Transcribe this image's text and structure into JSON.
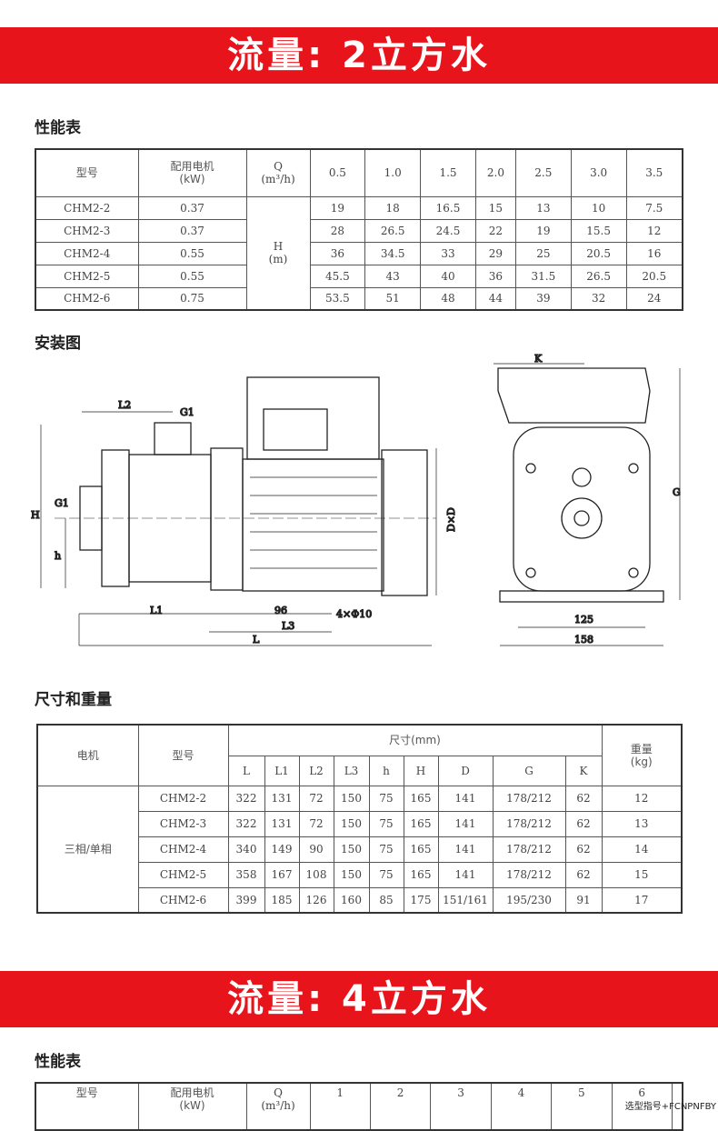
{
  "banner1": "流量: 2立方水",
  "perf_title": "性能表",
  "perf_table": {
    "h_model": "型号",
    "h_motor": "配用电机",
    "h_motor_unit": "(kW)",
    "h_q": "Q",
    "h_q_unit": "(m³/h)",
    "h_h": "H",
    "h_h_unit": "(m)",
    "flows": [
      "0.5",
      "1.0",
      "1.5",
      "2.0",
      "2.5",
      "3.0",
      "3.5"
    ],
    "rows": [
      {
        "model": "CHM2-2",
        "kw": "0.37",
        "heads": [
          "19",
          "18",
          "16.5",
          "15",
          "13",
          "10",
          "7.5"
        ]
      },
      {
        "model": "CHM2-3",
        "kw": "0.37",
        "heads": [
          "28",
          "26.5",
          "24.5",
          "22",
          "19",
          "15.5",
          "12"
        ]
      },
      {
        "model": "CHM2-4",
        "kw": "0.55",
        "heads": [
          "36",
          "34.5",
          "33",
          "29",
          "25",
          "20.5",
          "16"
        ]
      },
      {
        "model": "CHM2-5",
        "kw": "0.55",
        "heads": [
          "45.5",
          "43",
          "40",
          "36",
          "31.5",
          "26.5",
          "20.5"
        ]
      },
      {
        "model": "CHM2-6",
        "kw": "0.75",
        "heads": [
          "53.5",
          "51",
          "48",
          "44",
          "39",
          "32",
          "24"
        ]
      }
    ]
  },
  "install_title": "安装图",
  "drawing": {
    "L2": "L2",
    "G1a": "G1",
    "G1b": "G1",
    "H": "H",
    "h": "h",
    "L1": "L1",
    "d96": "96",
    "bolt": "4×Φ10",
    "L3": "L3",
    "L": "L",
    "DxD": "D×D",
    "K": "K",
    "G": "G",
    "d125": "125",
    "d158": "158"
  },
  "dim_title": "尺寸和重量",
  "dim_table": {
    "h_motor": "电机",
    "h_model": "型号",
    "h_size": "尺寸(mm)",
    "h_weight": "重量",
    "h_weight_unit": "(kg)",
    "cols": [
      "L",
      "L1",
      "L2",
      "L3",
      "h",
      "H",
      "D",
      "G",
      "K"
    ],
    "motor_type": "三相/单相",
    "rows": [
      {
        "model": "CHM2-2",
        "vals": [
          "322",
          "131",
          "72",
          "150",
          "75",
          "165",
          "141",
          "178/212",
          "62"
        ],
        "kg": "12"
      },
      {
        "model": "CHM2-3",
        "vals": [
          "322",
          "131",
          "72",
          "150",
          "75",
          "165",
          "141",
          "178/212",
          "62"
        ],
        "kg": "13"
      },
      {
        "model": "CHM2-4",
        "vals": [
          "340",
          "149",
          "90",
          "150",
          "75",
          "165",
          "141",
          "178/212",
          "62"
        ],
        "kg": "14"
      },
      {
        "model": "CHM2-5",
        "vals": [
          "358",
          "167",
          "108",
          "150",
          "75",
          "165",
          "141",
          "178/212",
          "62"
        ],
        "kg": "15"
      },
      {
        "model": "CHM2-6",
        "vals": [
          "399",
          "185",
          "126",
          "160",
          "85",
          "175",
          "151/161",
          "195/230",
          "91"
        ],
        "kg": "17"
      }
    ]
  },
  "banner2": "流量: 4立方水",
  "perf2_title": "性能表",
  "perf2_table": {
    "h_model": "型号",
    "h_motor": "配用电机",
    "h_motor_unit": "(kW)",
    "h_q": "Q",
    "h_q_unit": "(m³/h)",
    "flows": [
      "1",
      "2",
      "3",
      "4",
      "5",
      "6"
    ]
  },
  "watermark": "选型指号+FCNPNFBY"
}
